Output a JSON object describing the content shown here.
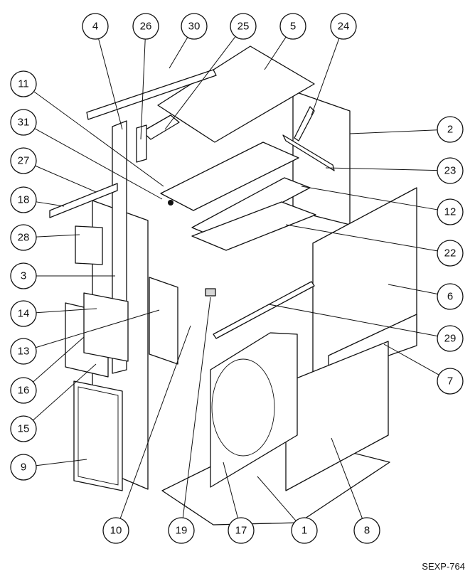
{
  "drawing_code": "SEXP-764",
  "callouts": [
    "1",
    "2",
    "3",
    "4",
    "5",
    "6",
    "7",
    "8",
    "9",
    "10",
    "11",
    "12",
    "13",
    "14",
    "15",
    "16",
    "17",
    "18",
    "19",
    "22",
    "23",
    "24",
    "25",
    "26",
    "27",
    "28",
    "29",
    "30",
    "31"
  ]
}
